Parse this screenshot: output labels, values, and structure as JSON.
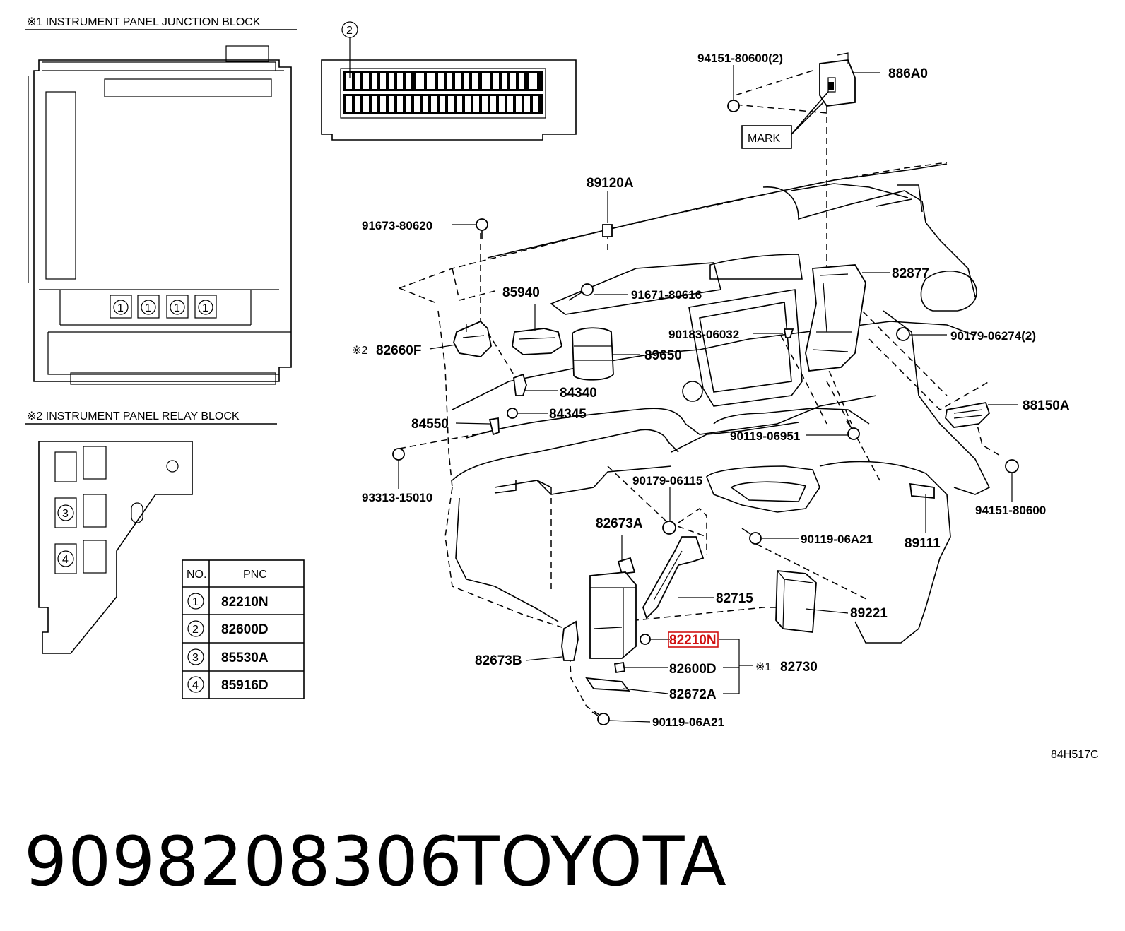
{
  "headers": {
    "junction_block": "※1 INSTRUMENT PANEL JUNCTION BLOCK",
    "relay_block": "※2 INSTRUMENT PANEL RELAY BLOCK"
  },
  "markers": {
    "one": "1",
    "two": "2",
    "three": "3",
    "four": "4"
  },
  "pnc_table": {
    "header_no": "NO.",
    "header_pnc": "PNC",
    "rows": [
      {
        "no": "1",
        "pnc": "82210N"
      },
      {
        "no": "2",
        "pnc": "82600D"
      },
      {
        "no": "3",
        "pnc": "85530A"
      },
      {
        "no": "4",
        "pnc": "85916D"
      }
    ]
  },
  "mark_label": "MARK",
  "callouts": {
    "p94151_80600_2": "94151-80600(2)",
    "p886A0": "886A0",
    "p89120A": "89120A",
    "p91673_80620": "91673-80620",
    "p82877": "82877",
    "p85940": "85940",
    "p91671_80616": "91671-80616",
    "p90183_06032": "90183-06032",
    "p90179_06274_2": "90179-06274(2)",
    "ref2": "※2",
    "p82660F": "82660F",
    "p89650": "89650",
    "p84340": "84340",
    "p88150A": "88150A",
    "p84550": "84550",
    "p84345": "84345",
    "p90119_06951": "90119-06951",
    "p93313_15010": "93313-15010",
    "p90179_06115": "90179-06115",
    "p94151_80600": "94151-80600",
    "p82673A": "82673A",
    "p90119_06A21_a": "90119-06A21",
    "p89111": "89111",
    "p82715": "82715",
    "p89221": "89221",
    "p82210N": "82210N",
    "ref1": "※1",
    "p82730": "82730",
    "p82673B": "82673B",
    "p82600D": "82600D",
    "p82672A": "82672A",
    "p90119_06A21_b": "90119-06A21"
  },
  "figure_code": "84H517C",
  "footer": {
    "part_number": "9098208306",
    "brand": "TOYOTA"
  },
  "highlight_color": "#d01010"
}
